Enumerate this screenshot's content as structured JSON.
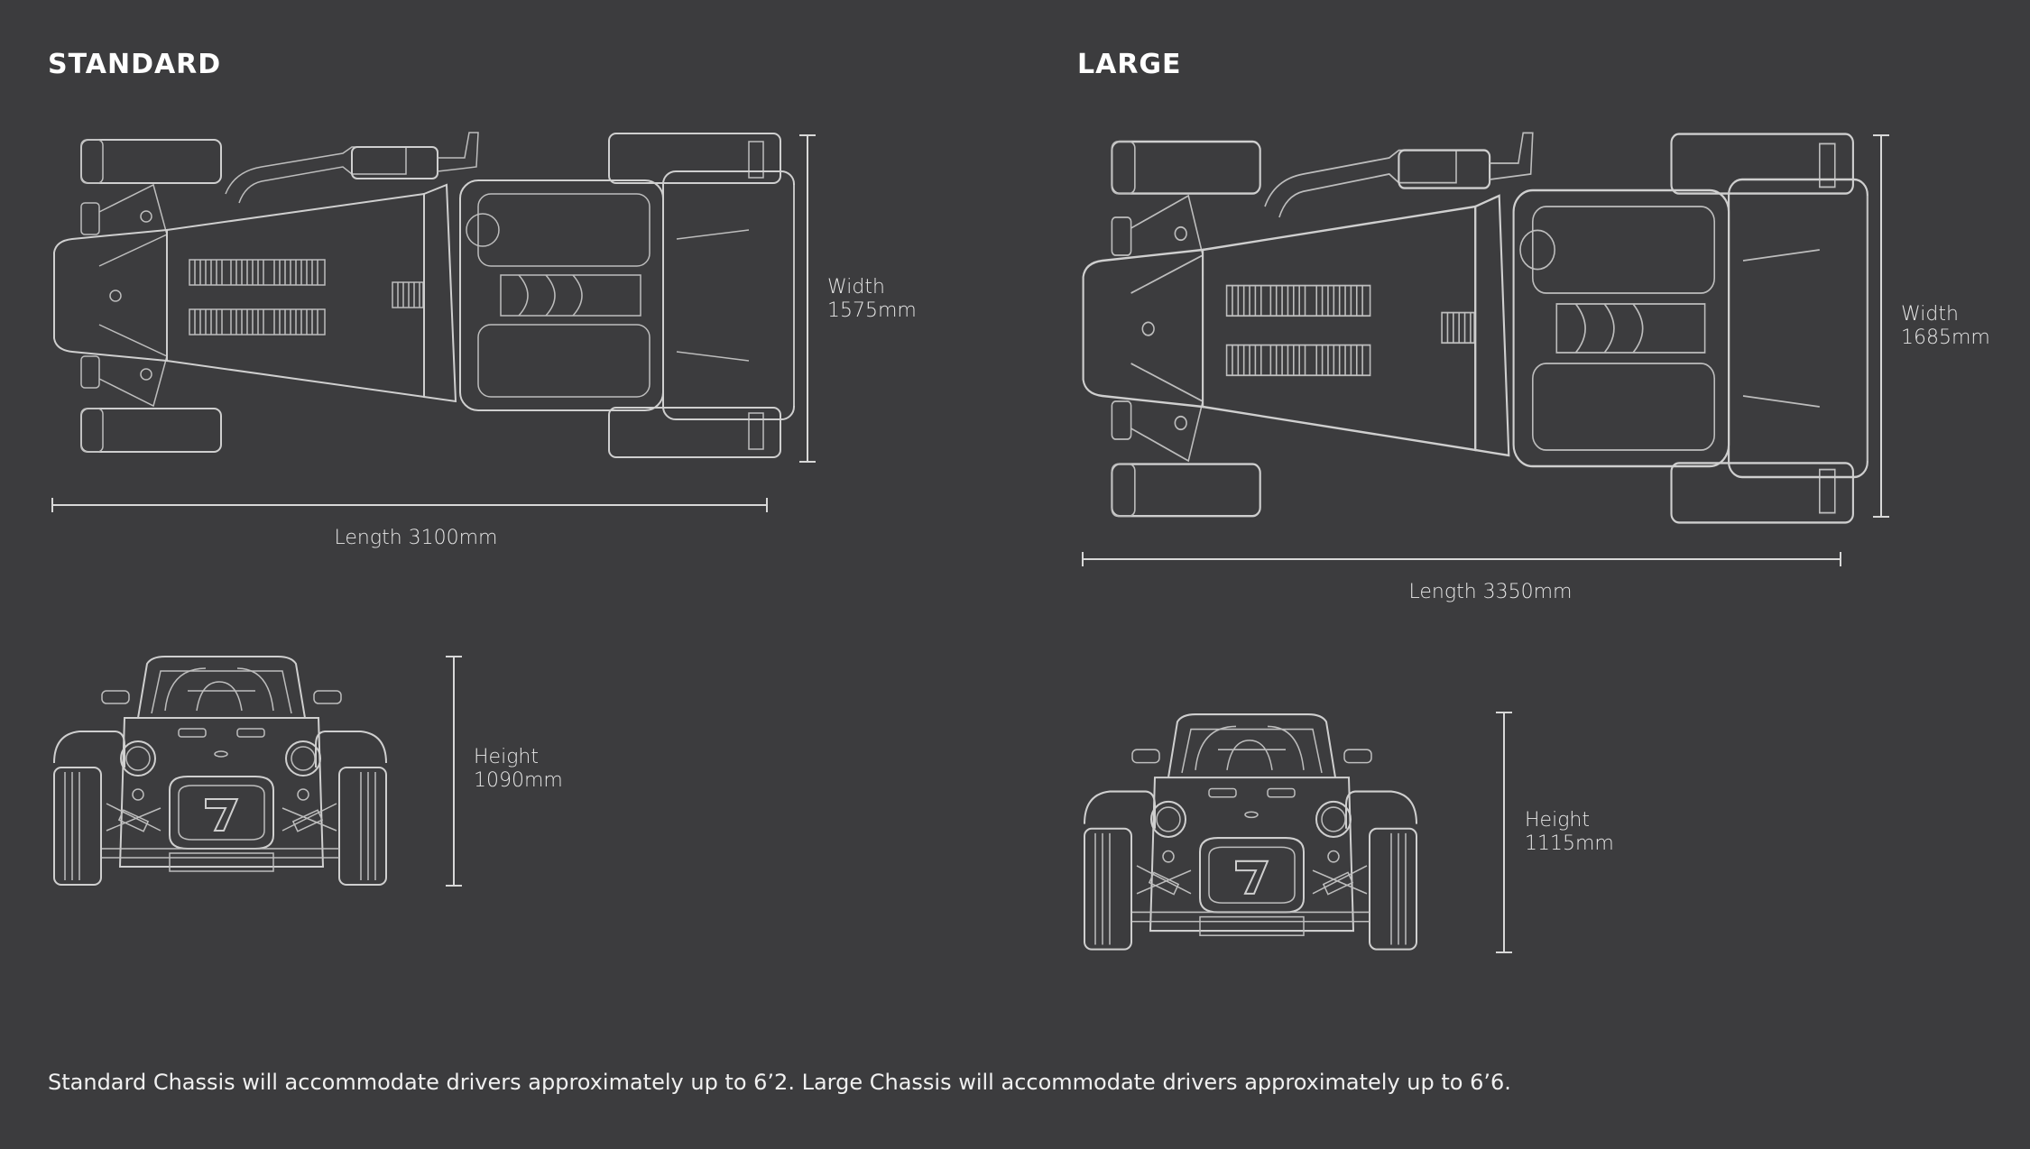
{
  "standard": {
    "title": "STANDARD",
    "width_label": "Width",
    "width_value": "1575mm",
    "length_label": "Length 3100mm",
    "height_label": "Height",
    "height_value": "1090mm"
  },
  "large": {
    "title": "LARGE",
    "width_label": "Width",
    "width_value": "1685mm",
    "length_label": "Length 3350mm",
    "height_label": "Height",
    "height_value": "1115mm"
  },
  "footnote": "Standard Chassis will accommodate drivers approximately up to 6’2. Large Chassis will accommodate drivers approximately up to 6’6.",
  "colors": {
    "background": "#3c3c3e",
    "line": "#cfcfcf",
    "text": "#ffffff"
  }
}
